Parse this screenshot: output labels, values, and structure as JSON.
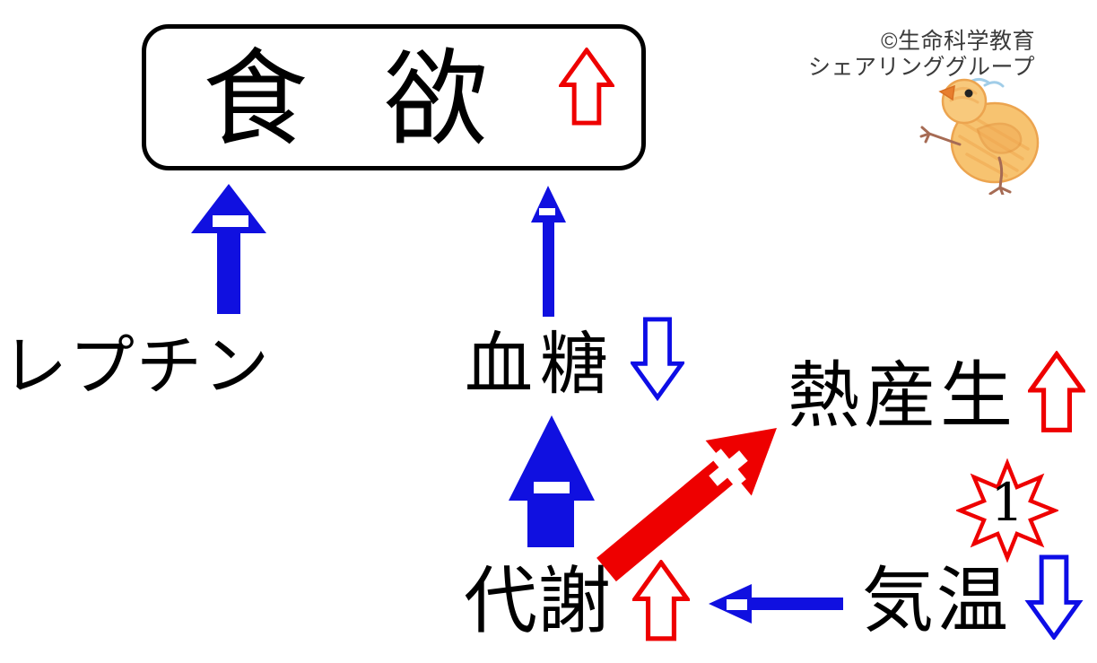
{
  "diagram": {
    "appetite_box": {
      "label": "食 欲",
      "indicator": "up",
      "indicator_color": "#ee0000"
    },
    "watermark": {
      "line1": "©生命科学教育",
      "line2": "シェアリンググループ"
    },
    "nodes": {
      "leptin": {
        "label": "レプチン"
      },
      "blood_sugar": {
        "label": "血糖",
        "indicator": "down",
        "indicator_color": "#0d0de6"
      },
      "metabolism": {
        "label": "代謝",
        "indicator": "up",
        "indicator_color": "#ee0000"
      },
      "heat_production": {
        "label": "熱産生",
        "indicator": "up",
        "indicator_color": "#ee0000"
      },
      "temperature": {
        "label": "気温",
        "indicator": "down",
        "indicator_color": "#0d0de6"
      }
    },
    "badge": {
      "label": "1",
      "shape": "starburst",
      "outline_color": "#ee0000"
    },
    "edges": [
      {
        "from": "leptin",
        "to": "appetite",
        "sign": "minus",
        "color": "#1010e0"
      },
      {
        "from": "blood_sugar",
        "to": "appetite",
        "sign": "minus",
        "color": "#1010e0"
      },
      {
        "from": "metabolism",
        "to": "blood_sugar",
        "sign": "minus",
        "color": "#1010e0"
      },
      {
        "from": "metabolism",
        "to": "heat_production",
        "sign": "plus",
        "color": "#ee0000"
      },
      {
        "from": "temperature",
        "to": "metabolism",
        "sign": "minus",
        "color": "#1010e0"
      }
    ],
    "colors": {
      "inhibit_blue": "#1010e0",
      "stimulate_red": "#ee0000",
      "text": "#000000",
      "watermark_gray": "#3b3b3b"
    }
  }
}
